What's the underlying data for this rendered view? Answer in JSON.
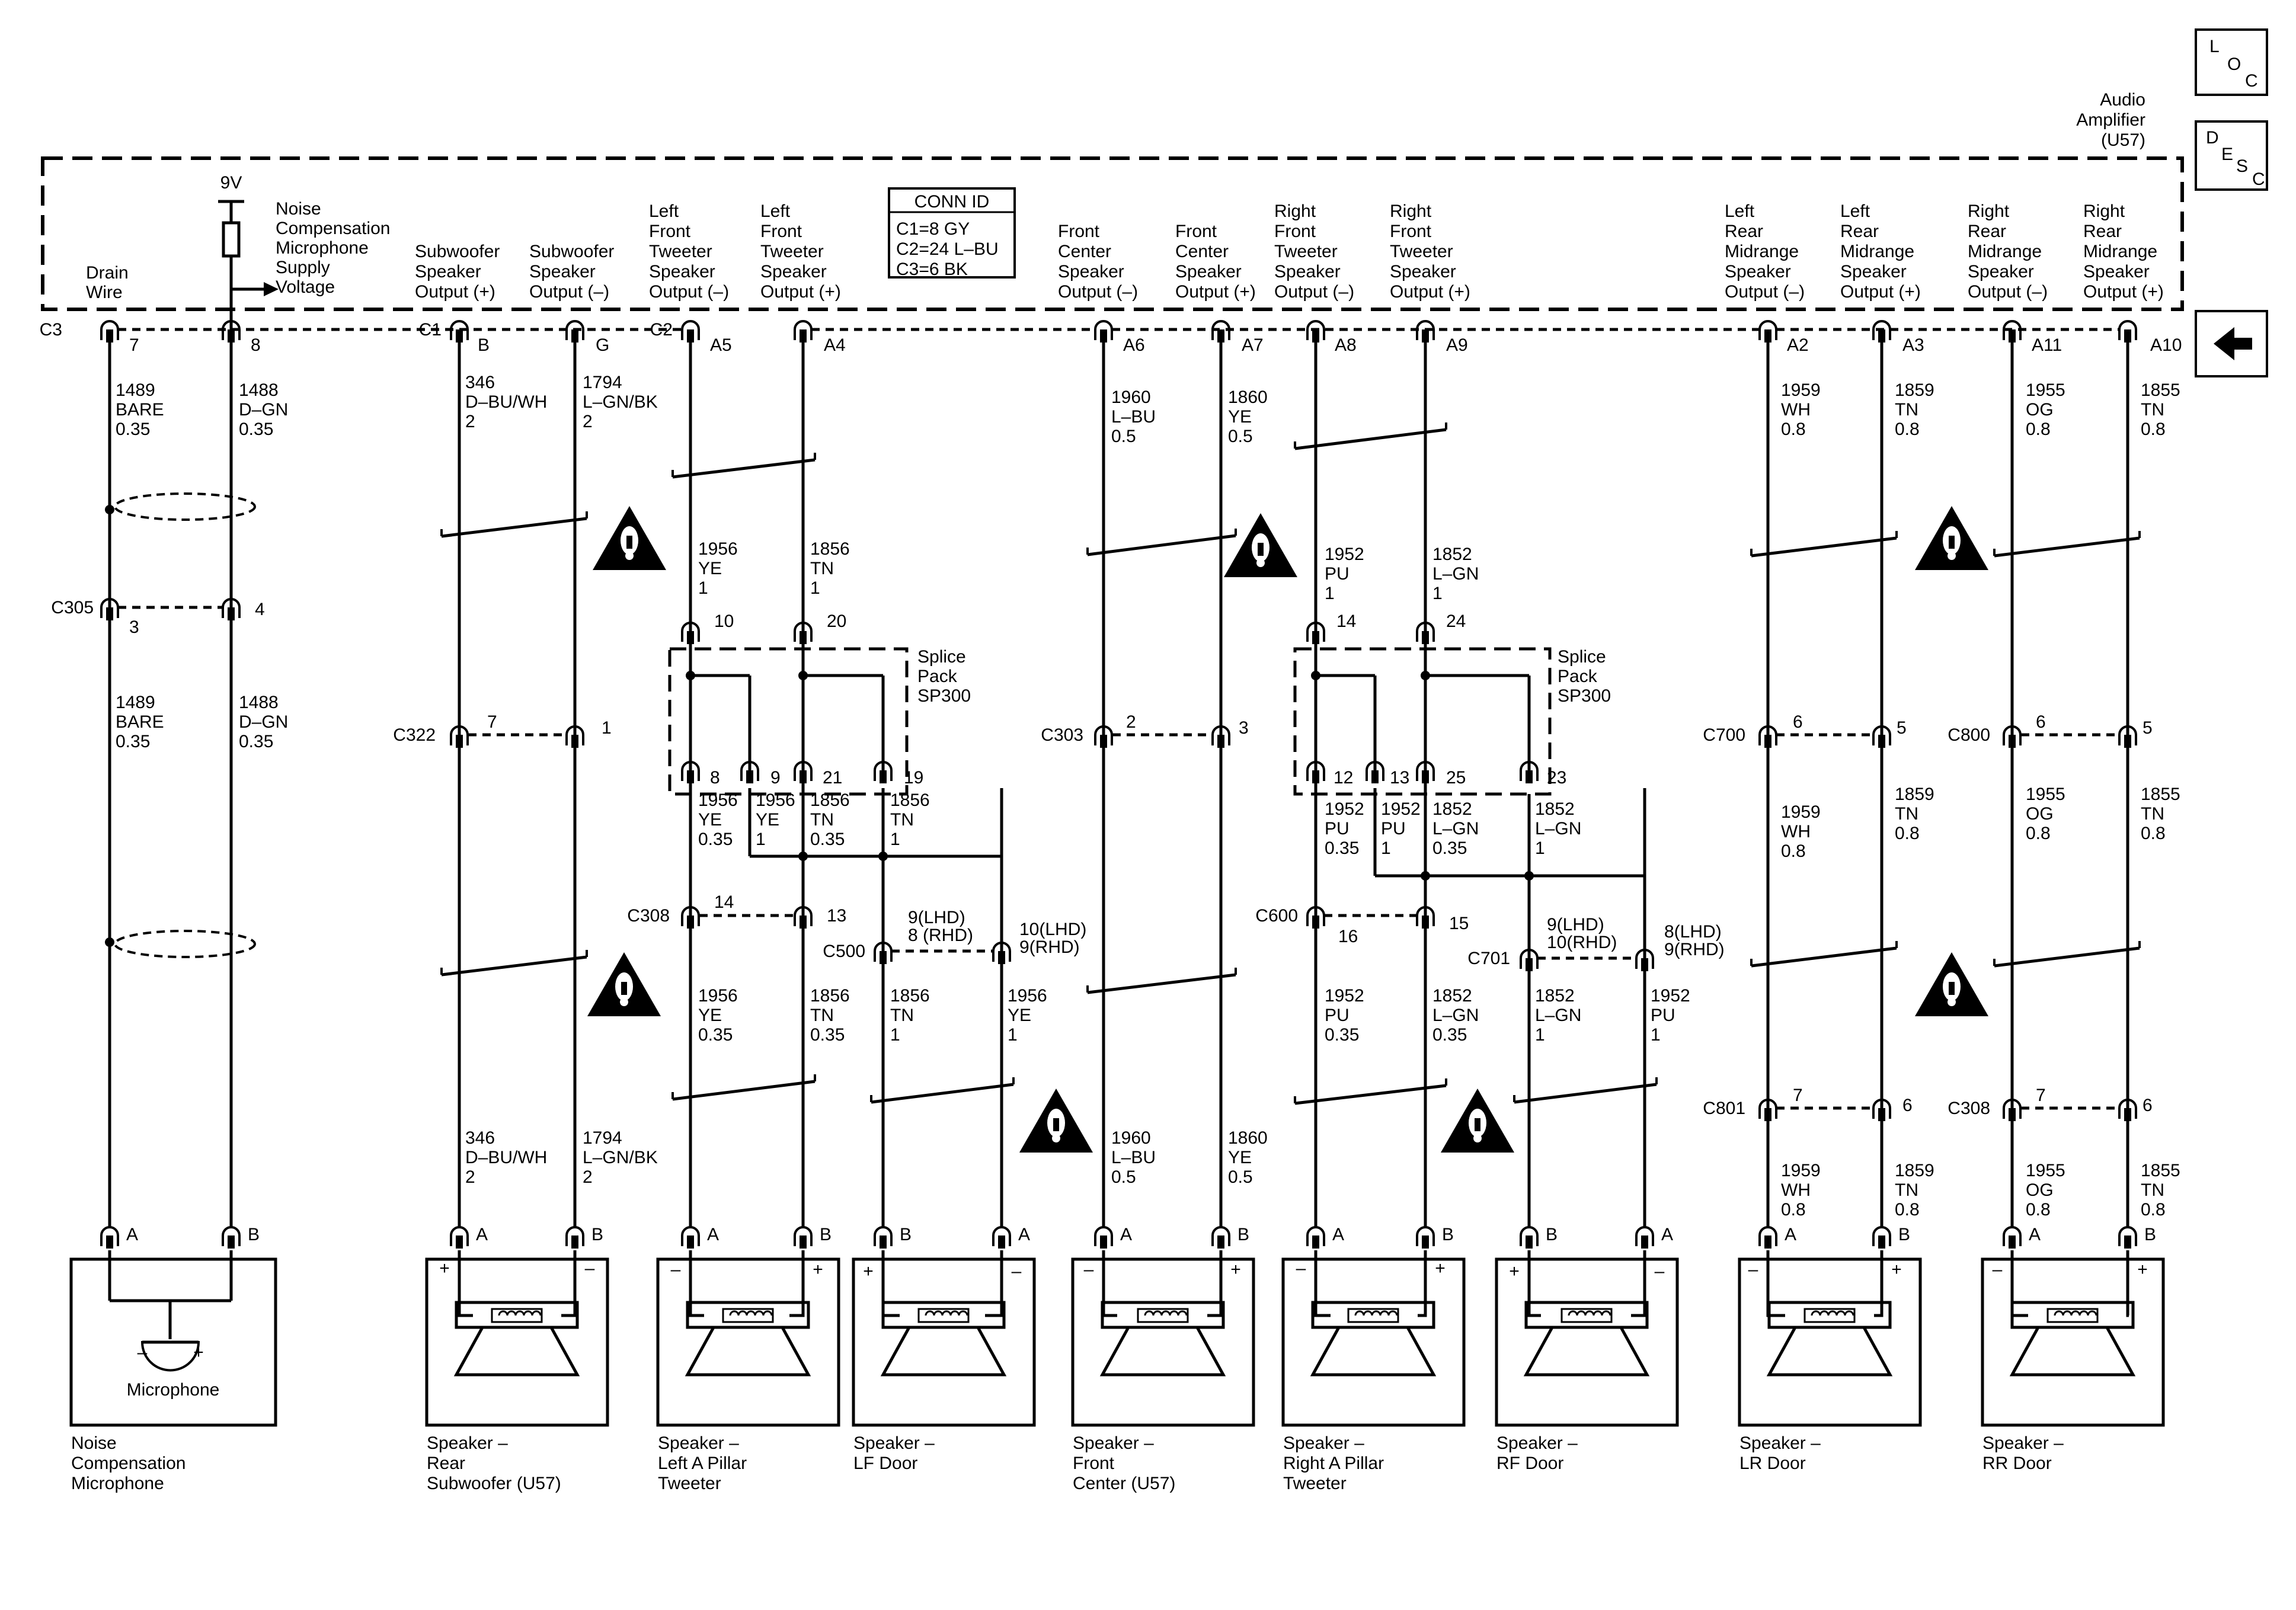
{
  "amplifier": {
    "label_lines": [
      "Audio",
      "Amplifier",
      "(U57)"
    ],
    "conn_id": [
      "CONN ID",
      "C1=8 GY",
      "C2=24 L–BU",
      "C3=6 BK"
    ]
  },
  "nav": {
    "loc": [
      "L",
      "O",
      "C"
    ],
    "desc": [
      "D",
      "E",
      "S",
      "C"
    ]
  },
  "supply": {
    "voltage": "9V",
    "label_lines": [
      "Noise",
      "Compensation",
      "Microphone",
      "Supply",
      "Voltage"
    ]
  },
  "drain_label": [
    "Drain",
    "Wire"
  ],
  "output_labels": [
    [
      "Subwoofer",
      "Speaker",
      "Output (+)"
    ],
    [
      "Subwoofer",
      "Speaker",
      "Output (–)"
    ],
    [
      "Left",
      "Front",
      "Tweeter",
      "Speaker",
      "Output (–)"
    ],
    [
      "Left",
      "Front",
      "Tweeter",
      "Speaker",
      "Output (+)"
    ],
    [
      "Front",
      "Center",
      "Speaker",
      "Output (–)"
    ],
    [
      "Front",
      "Center",
      "Speaker",
      "Output (+)"
    ],
    [
      "Right",
      "Front",
      "Tweeter",
      "Speaker",
      "Output (–)"
    ],
    [
      "Right",
      "Front",
      "Tweeter",
      "Speaker",
      "Output (+)"
    ],
    [
      "Left",
      "Rear",
      "Midrange",
      "Speaker",
      "Output (–)"
    ],
    [
      "Left",
      "Rear",
      "Midrange",
      "Speaker",
      "Output (+)"
    ],
    [
      "Right",
      "Rear",
      "Midrange",
      "Speaker",
      "Output (–)"
    ],
    [
      "Right",
      "Rear",
      "Midrange",
      "Speaker",
      "Output (+)"
    ]
  ],
  "connector_names": [
    "C3",
    "C1",
    "C2",
    "C305",
    "C322",
    "C303",
    "C700",
    "C800",
    "C308",
    "C500",
    "C600",
    "C701",
    "C801",
    "C308"
  ],
  "amp_pins": [
    "7",
    "8",
    "B",
    "G",
    "A5",
    "A4",
    "A6",
    "A7",
    "A8",
    "A9",
    "A2",
    "A3",
    "A11",
    "A10"
  ],
  "inline_pins": [
    "3",
    "4",
    "7",
    "1",
    "2",
    "3",
    "6",
    "5",
    "6",
    "5",
    "14",
    "13",
    "9(LHD)",
    "8 (RHD)",
    "10(LHD)",
    "9(RHD)",
    "16",
    "15",
    "9(LHD)",
    "10(RHD)",
    "8(LHD)",
    "9(RHD)",
    "7",
    "6",
    "7",
    "6"
  ],
  "splice_pins": [
    "10",
    "20",
    "8",
    "9",
    "21",
    "19",
    "14",
    "24",
    "12",
    "13",
    "25",
    "23"
  ],
  "splice_label": [
    "Splice",
    "Pack",
    "SP300"
  ],
  "wires": [
    [
      "1489",
      "BARE",
      "0.35"
    ],
    [
      "1488",
      "D–GN",
      "0.35"
    ],
    [
      "346",
      "D–BU/WH",
      "2"
    ],
    [
      "1794",
      "L–GN/BK",
      "2"
    ],
    [
      "1960",
      "L–BU",
      "0.5"
    ],
    [
      "1860",
      "YE",
      "0.5"
    ],
    [
      "1959",
      "WH",
      "0.8"
    ],
    [
      "1859",
      "TN",
      "0.8"
    ],
    [
      "1955",
      "OG",
      "0.8"
    ],
    [
      "1855",
      "TN",
      "0.8"
    ],
    [
      "1956",
      "YE",
      "1"
    ],
    [
      "1856",
      "TN",
      "1"
    ],
    [
      "1952",
      "PU",
      "1"
    ],
    [
      "1852",
      "L–GN",
      "1"
    ],
    [
      "1489",
      "BARE",
      "0.35"
    ],
    [
      "1488",
      "D–GN",
      "0.35"
    ],
    [
      "1959",
      "WH",
      "0.8"
    ],
    [
      "1859",
      "TN",
      "0.8"
    ],
    [
      "1955",
      "OG",
      "0.8"
    ],
    [
      "1855",
      "TN",
      "0.8"
    ],
    [
      "1956",
      "YE",
      "0.35"
    ],
    [
      "1956",
      "YE",
      "1"
    ],
    [
      "1856",
      "TN",
      "0.35"
    ],
    [
      "1856",
      "TN",
      "1"
    ],
    [
      "1952",
      "PU",
      "0.35"
    ],
    [
      "1952",
      "PU",
      "1"
    ],
    [
      "1852",
      "L–GN",
      "0.35"
    ],
    [
      "1852",
      "L–GN",
      "1"
    ],
    [
      "1956",
      "YE",
      "0.35"
    ],
    [
      "1856",
      "TN",
      "0.35"
    ],
    [
      "1856",
      "TN",
      "1"
    ],
    [
      "1956",
      "YE",
      "1"
    ],
    [
      "1952",
      "PU",
      "0.35"
    ],
    [
      "1852",
      "L–GN",
      "0.35"
    ],
    [
      "1852",
      "L–GN",
      "1"
    ],
    [
      "1952",
      "PU",
      "1"
    ],
    [
      "346",
      "D–BU/WH",
      "2"
    ],
    [
      "1794",
      "L–GN/BK",
      "2"
    ],
    [
      "1960",
      "L–BU",
      "0.5"
    ],
    [
      "1860",
      "YE",
      "0.5"
    ],
    [
      "1959",
      "WH",
      "0.8"
    ],
    [
      "1859",
      "TN",
      "0.8"
    ],
    [
      "1955",
      "OG",
      "0.8"
    ],
    [
      "1855",
      "TN",
      "0.8"
    ]
  ],
  "device_pins": [
    "A",
    "B",
    "A",
    "B",
    "A",
    "B",
    "B",
    "A",
    "A",
    "B",
    "A",
    "B",
    "B",
    "A",
    "A",
    "B",
    "A",
    "B"
  ],
  "polarity": [
    "–",
    "+",
    "+",
    "–",
    "–",
    "+",
    "+",
    "–",
    "–",
    "+",
    "–",
    "+",
    "+",
    "–",
    "–",
    "+",
    "–",
    "+"
  ],
  "devices": [
    {
      "inner": "Microphone",
      "lines": [
        "Noise",
        "Compensation",
        "Microphone"
      ]
    },
    {
      "lines": [
        "Speaker –",
        "Rear",
        "Subwoofer (U57)"
      ]
    },
    {
      "lines": [
        "Speaker –",
        "Left A Pillar",
        "Tweeter"
      ]
    },
    {
      "lines": [
        "Speaker –",
        "LF Door"
      ]
    },
    {
      "lines": [
        "Speaker –",
        "Front",
        "Center (U57)"
      ]
    },
    {
      "lines": [
        "Speaker –",
        "Right A Pillar",
        "Tweeter"
      ]
    },
    {
      "lines": [
        "Speaker –",
        "RF Door"
      ]
    },
    {
      "lines": [
        "Speaker –",
        "LR Door"
      ]
    },
    {
      "lines": [
        "Speaker –",
        "RR Door"
      ]
    }
  ]
}
